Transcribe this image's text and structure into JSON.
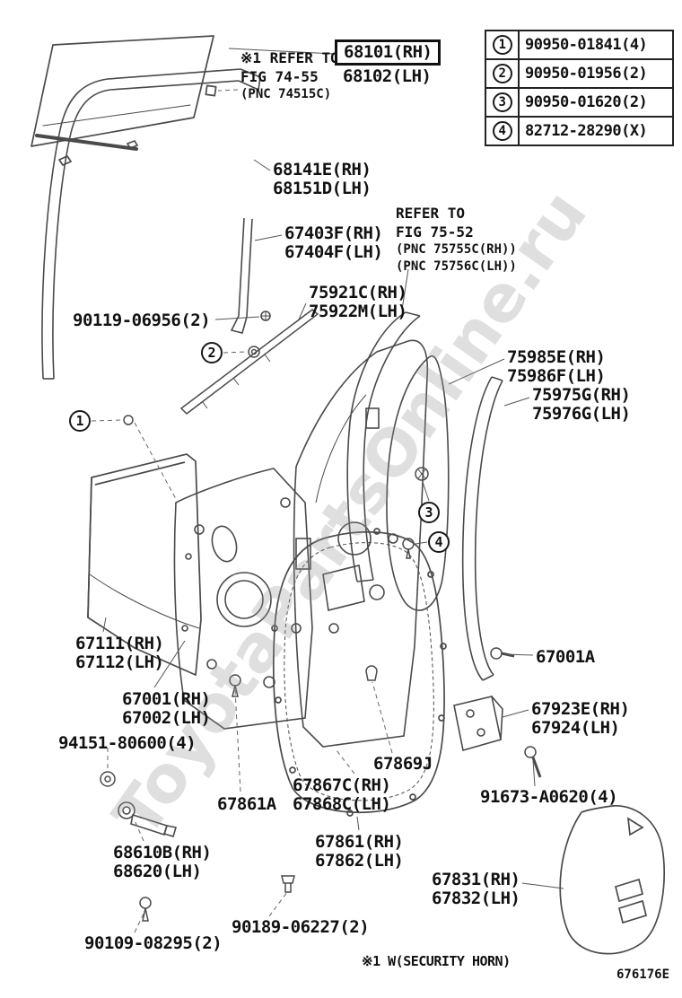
{
  "page": {
    "watermark": "ToyotaPartsOnline.ru",
    "footnote": "※1 W(SECURITY HORN)",
    "diagram_code": "676176E"
  },
  "notes": {
    "fig7455": [
      "※1 REFER TO",
      "FIG 74-55",
      "(PNC 74515C)"
    ],
    "fig7552": [
      "REFER TO",
      "FIG 75-52",
      "(PNC 75755C(RH))",
      "(PNC 75756C(LH))"
    ]
  },
  "fastener_table": [
    {
      "no": "1",
      "part": "90950-01841(4)"
    },
    {
      "no": "2",
      "part": "90950-01956(2)"
    },
    {
      "no": "3",
      "part": "90950-01620(2)"
    },
    {
      "no": "4",
      "part": "82712-28290(X)"
    }
  ],
  "callouts": {
    "c1": "1",
    "c2": "2",
    "c3": "3",
    "c4": "4"
  },
  "labels": {
    "glass": {
      "rh": "68101(RH)",
      "lh": "68102(LH)"
    },
    "run": {
      "rh": "68141E(RH)",
      "lh": "68151D(LH)"
    },
    "sash": {
      "rh": "67403F(RH)",
      "lh": "67404F(LH)"
    },
    "belt_molding": {
      "rh": "75921C(RH)",
      "lh": "75922M(LH)"
    },
    "screw_90119": "90119-06956(2)",
    "ws_inner": {
      "rh": "75985E(RH)",
      "lh": "75986F(LH)"
    },
    "ws_front": {
      "rh": "75975G(RH)",
      "lh": "75976G(LH)"
    },
    "outer_panel": {
      "rh": "67111(RH)",
      "lh": "67112(LH)"
    },
    "door_panel": {
      "rh": "67001(RH)",
      "lh": "67002(LH)"
    },
    "grommet_94151": "94151-80600(4)",
    "bolt_67001a": "67001A",
    "bracket": {
      "rh": "67923E(RH)",
      "lh": "67924(LH)"
    },
    "clip_67869j": "67869J",
    "cushion": {
      "rh": "67867C(RH)",
      "lh": "67868C(LH)"
    },
    "screw_67861a": "67861A",
    "bolt_91673": "91673-A0620(4)",
    "check": {
      "rh": "68610B(RH)",
      "lh": "68620(LH)"
    },
    "weatherstrip": {
      "rh": "67861(RH)",
      "lh": "67862(LH)"
    },
    "cover": {
      "rh": "67831(RH)",
      "lh": "67832(LH)"
    },
    "clip_90189": "90189-06227(2)",
    "screw_90109": "90109-08295(2)"
  }
}
